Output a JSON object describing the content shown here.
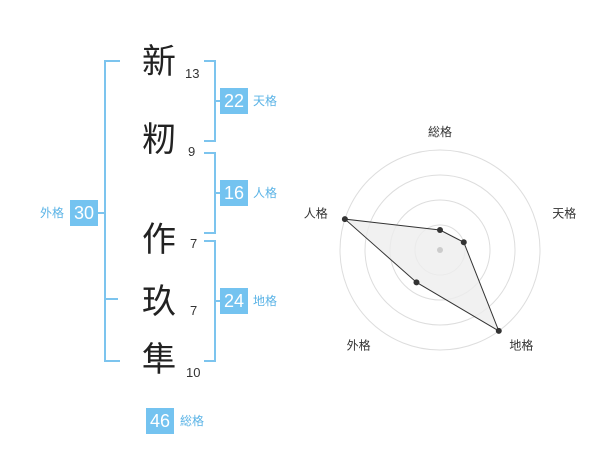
{
  "characters": [
    {
      "char": "新",
      "strokes": "13"
    },
    {
      "char": "籾",
      "strokes": "9"
    },
    {
      "char": "作",
      "strokes": "7"
    },
    {
      "char": "玖",
      "strokes": "7"
    },
    {
      "char": "隼",
      "strokes": "10"
    }
  ],
  "fortunes": {
    "tenkaku": {
      "value": "22",
      "label": "天格"
    },
    "jinkaku": {
      "value": "16",
      "label": "人格"
    },
    "chikaku": {
      "value": "24",
      "label": "地格"
    },
    "gaikaku": {
      "value": "30",
      "label": "外格"
    },
    "soukaku": {
      "value": "46",
      "label": "総格"
    }
  },
  "radar": {
    "axes": [
      "総格",
      "天格",
      "地格",
      "外格",
      "人格"
    ],
    "values": [
      0.2,
      0.25,
      1.0,
      0.4,
      1.0
    ],
    "colors": {
      "grid": "#dddddd",
      "fill": "#eeeeee",
      "line": "#333333",
      "point": "#333333",
      "center": "#cccccc"
    }
  },
  "colors": {
    "accent": "#74c3f0",
    "bracket": "#7cc4ee"
  }
}
